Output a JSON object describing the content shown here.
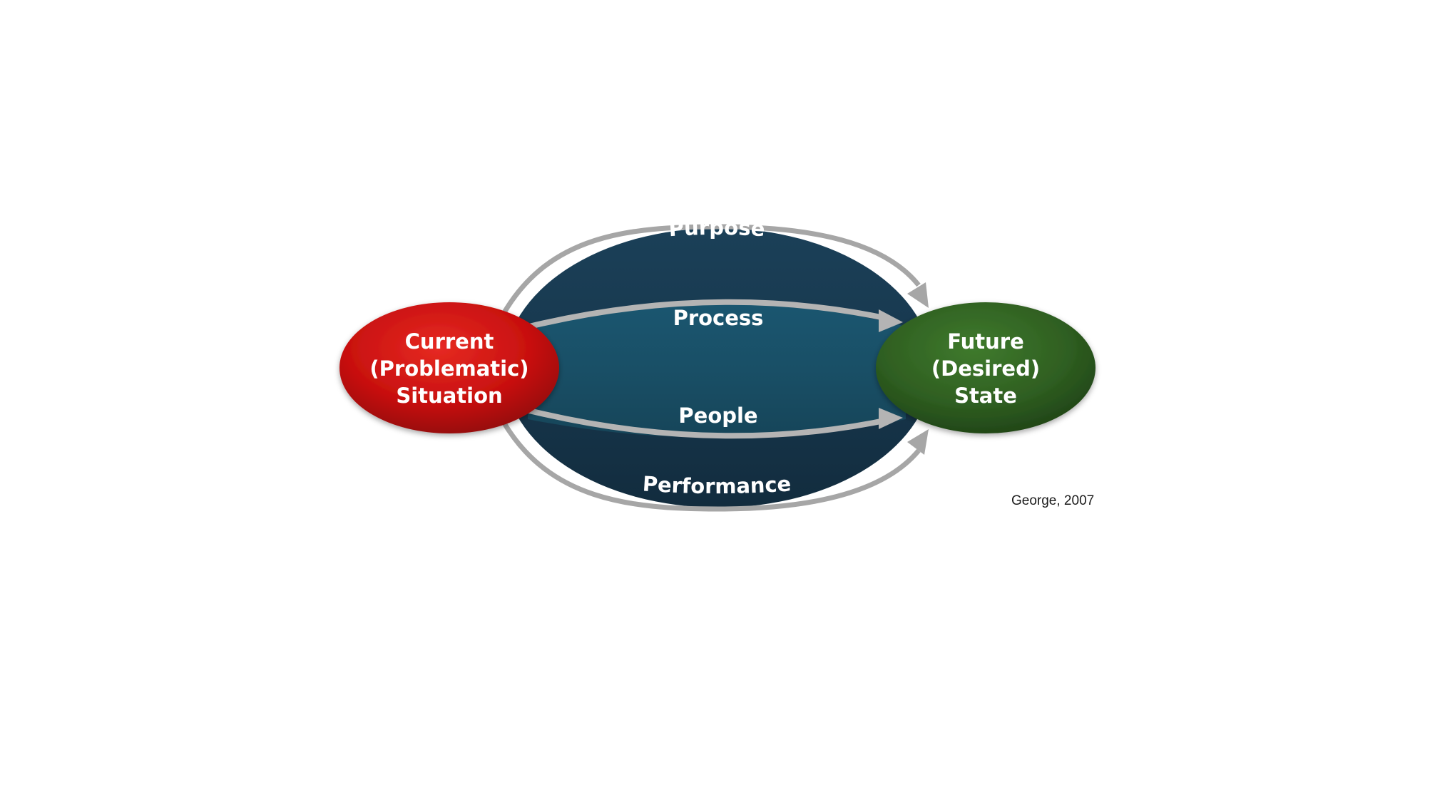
{
  "diagram": {
    "source_node": {
      "lines": [
        "Current",
        "(Problematic)",
        "Situation"
      ],
      "color": "#c8100f"
    },
    "target_node": {
      "lines": [
        "Future",
        "(Desired)",
        "State"
      ],
      "color": "#2f5f21"
    },
    "paths": {
      "purpose": "Purpose",
      "process": "Process",
      "people": "People",
      "performance": "Performance"
    },
    "colors": {
      "outer_band": "#17374d",
      "inner_band": "#194f66",
      "arrow": "#a6a6a6"
    },
    "citation": "George, 2007"
  }
}
